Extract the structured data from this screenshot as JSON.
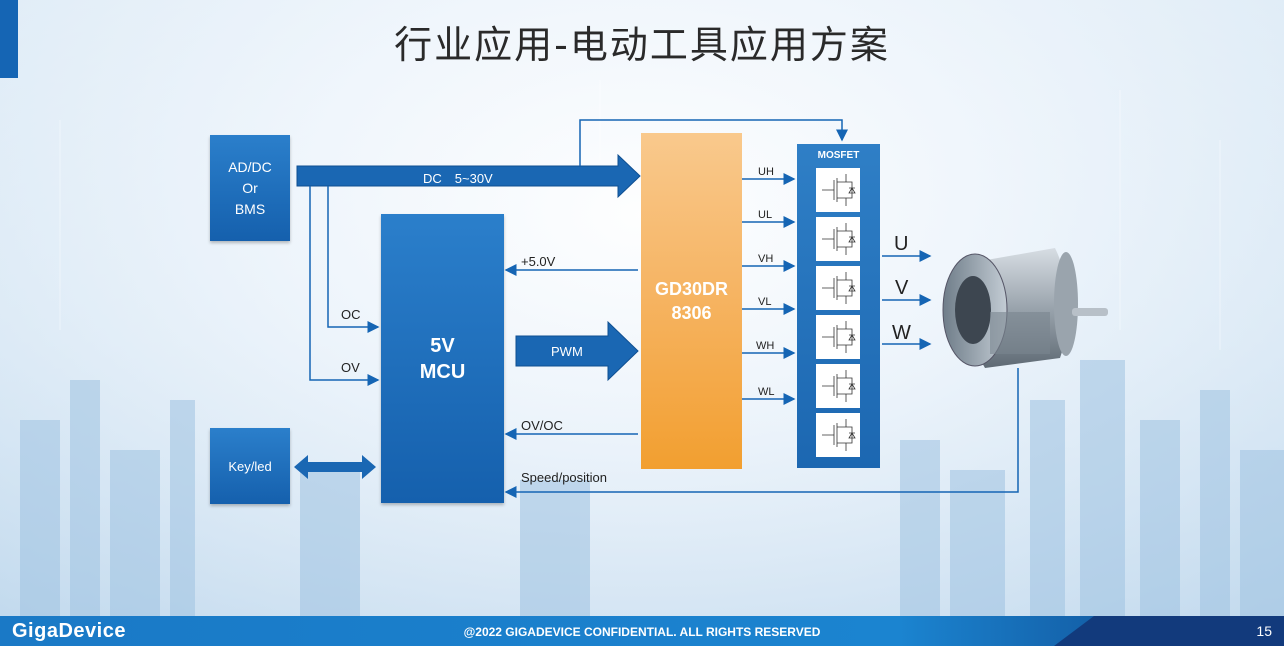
{
  "title": "行业应用-电动工具应用方案",
  "source_block": {
    "lines": [
      "AD/DC",
      "Or",
      "BMS"
    ]
  },
  "mcu_block": {
    "lines": [
      "5V",
      "MCU"
    ]
  },
  "key_block": {
    "label": "Key/led"
  },
  "driver_block": {
    "lines": [
      "GD30DR",
      "8306"
    ]
  },
  "mosfet_block": {
    "title": "MOSFET"
  },
  "signals": {
    "dc": "DC　5~30V",
    "plus5v": "+5.0V",
    "pwm": "PWM",
    "ovoc": "OV/OC",
    "oc": "OC",
    "ov": "OV",
    "speed": "Speed/position",
    "gates": [
      "UH",
      "UL",
      "VH",
      "VL",
      "WH",
      "WL"
    ]
  },
  "phases": [
    "U",
    "V",
    "W"
  ],
  "footer": {
    "logo": "GigaDevice",
    "confidential": "@2022 GIGADEVICE CONFIDENTIAL. ALL RIGHTS RESERVED",
    "page_number": "15"
  },
  "colors": {
    "accent_blue": "#1565b4",
    "driver_orange": "#f5a93f",
    "footer_dark": "#123a7c"
  }
}
